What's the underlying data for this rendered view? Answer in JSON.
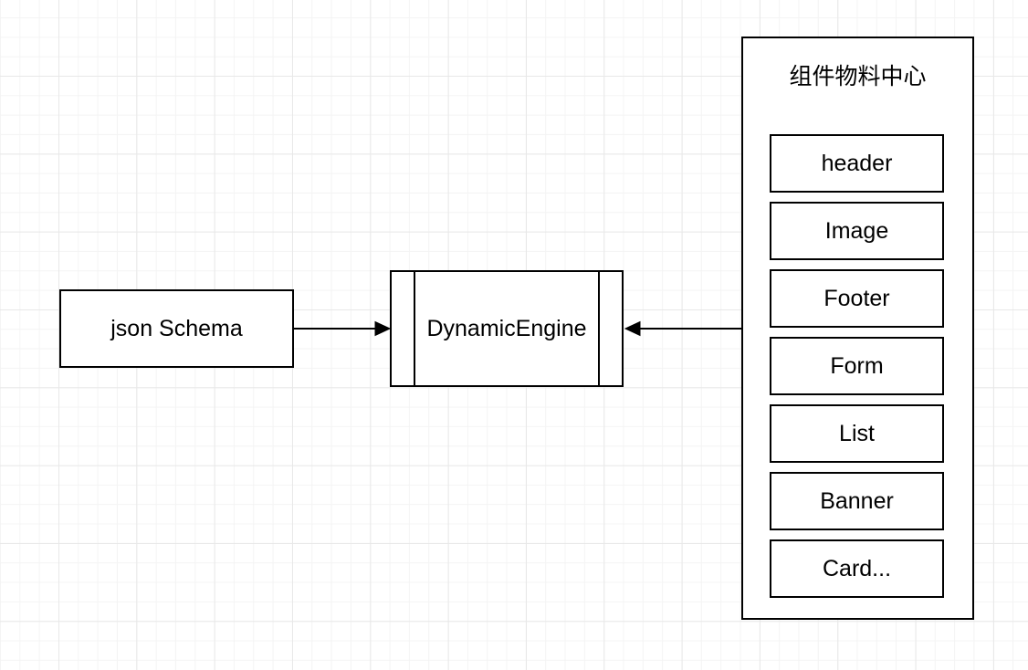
{
  "diagram": {
    "nodes": {
      "json_schema": {
        "label": "json Schema"
      },
      "dynamic_engine": {
        "label": "DynamicEngine",
        "shape": "process"
      },
      "component_center": {
        "title": "组件物料中心",
        "items": [
          {
            "label": "header"
          },
          {
            "label": "Image"
          },
          {
            "label": "Footer"
          },
          {
            "label": "Form"
          },
          {
            "label": "List"
          },
          {
            "label": "Banner"
          },
          {
            "label": "Card..."
          }
        ]
      }
    },
    "edges": [
      {
        "from": "json_schema",
        "to": "dynamic_engine",
        "direction": "right"
      },
      {
        "from": "component_center",
        "to": "dynamic_engine",
        "direction": "left"
      }
    ],
    "colors": {
      "stroke": "#000000",
      "fill": "#ffffff",
      "background": "#ffffff",
      "grid_minor": "#f4f4f4",
      "grid_major": "#e8e8e8"
    }
  }
}
